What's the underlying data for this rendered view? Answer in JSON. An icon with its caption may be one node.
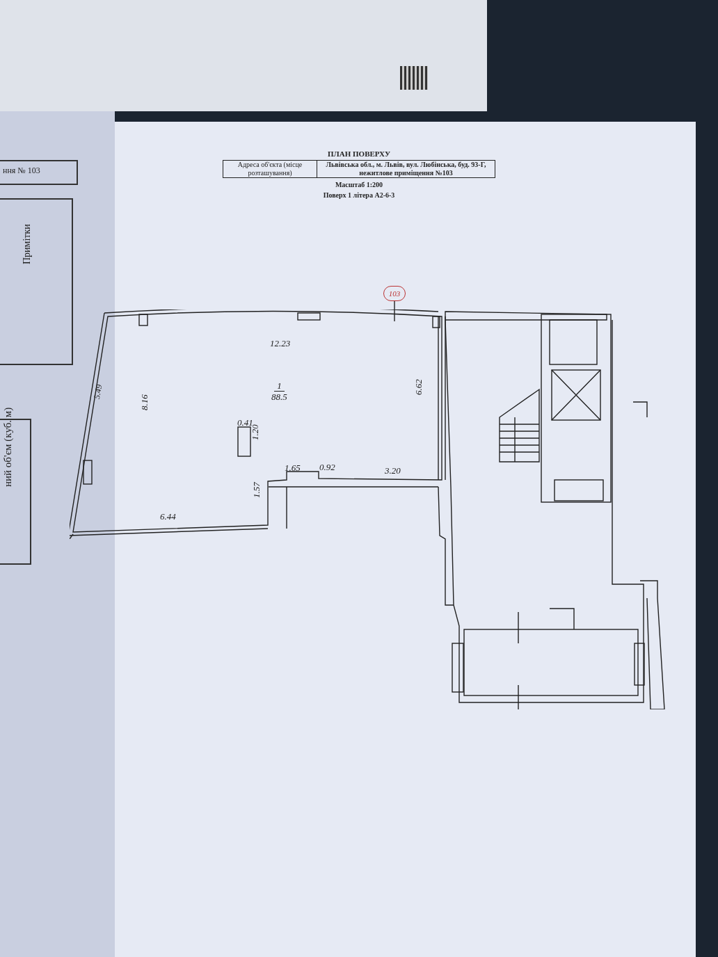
{
  "diagram": {
    "title": "ПЛАН ПОВЕРХУ",
    "nodes": [
      {
        "text": [
          "1",
          "88.5"
        ]
      },
      {
        "text": [
          "103"
        ]
      }
    ],
    "edges": [
      {
        "from": 1,
        "to": 0,
        "arrow": "none"
      }
    ],
    "labels": [
      "Адреса об'єкта (місце розташування)",
      "Львівська обл., м. Львів, вул. Любінська, буд. 93-Г, нежитлове приміщення №103",
      "Масштаб 1:200",
      "Поверх 1 літера А2-6-3",
      "ння № 103",
      "Примітки",
      "ний об'єм (куб. м)",
      "12.23",
      "5.49",
      "8.16",
      "0.41",
      "1.20",
      "6.62",
      "1.65",
      "0.92",
      "3.20",
      "1.57",
      "6.44"
    ]
  }
}
